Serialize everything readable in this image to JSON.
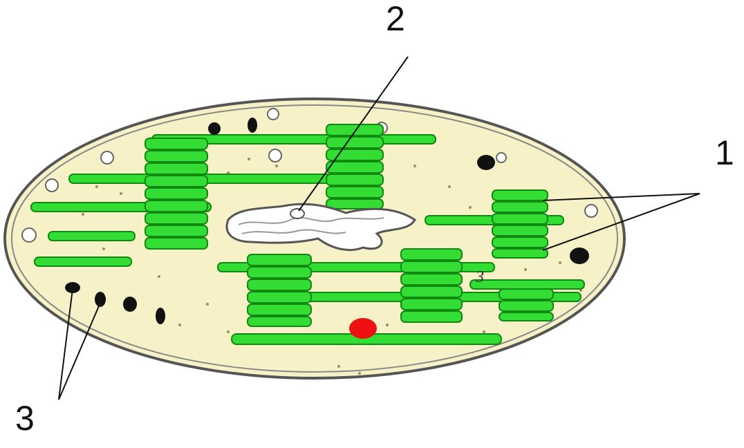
{
  "labels": {
    "one": "1",
    "two": "2",
    "three": "3",
    "inner_mark": "3"
  },
  "colors": {
    "stroma": "#f6f1c6",
    "membrane": "#555555",
    "thylakoid_fill": "#33dd33",
    "thylakoid_stroke": "#118811",
    "dna_region": "#ffffff",
    "starch_grain": "#ee1111",
    "droplet": "#111111"
  }
}
